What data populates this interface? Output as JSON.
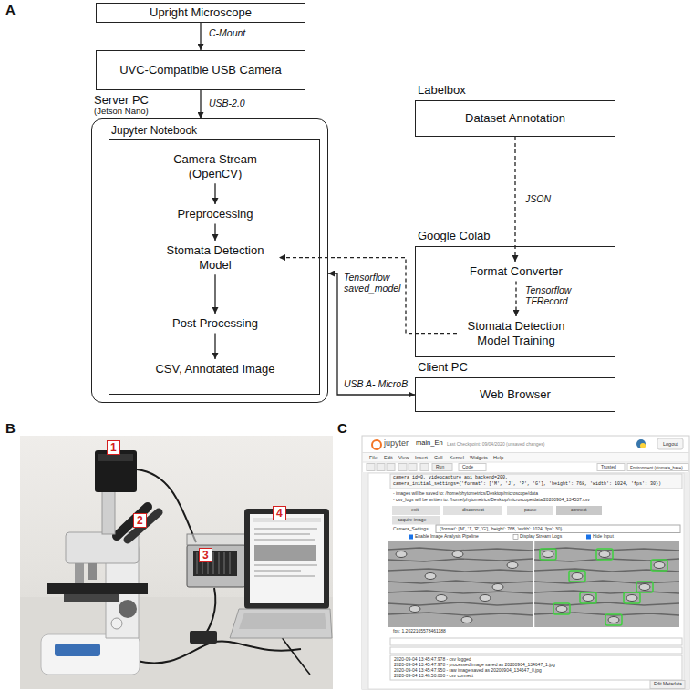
{
  "diagram": {
    "nodes": [
      {
        "text": [
          "Upright Microscope"
        ]
      },
      {
        "text": [
          "UVC-Compatible USB Camera"
        ]
      },
      {
        "text": [
          "Server PC",
          "(Jetson Nano)"
        ]
      },
      {
        "text": [
          "Jupyter Notebook"
        ],
        "in": 2
      },
      {
        "text": [
          "Camera Stream (OpenCV)"
        ],
        "in": 3
      },
      {
        "text": [
          "Preprocessing"
        ],
        "in": 3
      },
      {
        "text": [
          "Stomata Detection Model"
        ],
        "in": 3
      },
      {
        "text": [
          "Post Processing"
        ],
        "in": 3
      },
      {
        "text": [
          "CSV, Annotated Image"
        ],
        "in": 3
      },
      {
        "text": [
          "Labelbox",
          "Dataset Annotation"
        ]
      },
      {
        "text": [
          "Google Colab"
        ]
      },
      {
        "text": [
          "Format Converter"
        ],
        "in": 10
      },
      {
        "text": [
          "Stomata Detection Model Training"
        ],
        "in": 10
      },
      {
        "text": [
          "Client PC",
          "Web Browser"
        ]
      }
    ],
    "edges": [
      {
        "from": 0,
        "to": 1,
        "arrow": "to",
        "label": "C-Mount"
      },
      {
        "from": 1,
        "to": 2,
        "arrow": "to",
        "label": "USB-2.0"
      },
      {
        "from": 4,
        "to": 5,
        "arrow": "to"
      },
      {
        "from": 5,
        "to": 6,
        "arrow": "to"
      },
      {
        "from": 6,
        "to": 7,
        "arrow": "to"
      },
      {
        "from": 7,
        "to": 8,
        "arrow": "to"
      },
      {
        "from": 9,
        "to": 11,
        "arrow": "to",
        "label": "JSON"
      },
      {
        "from": 11,
        "to": 12,
        "arrow": "to",
        "label": "Tensorflow TFRecord"
      },
      {
        "from": 12,
        "to": 6,
        "arrow": "to",
        "label": "Tensorflow saved_model"
      },
      {
        "from": 2,
        "to": 13,
        "arrow": "both",
        "label": "USB A- MicroB"
      }
    ],
    "labels": [
      "A",
      "B",
      "1",
      "2",
      "3",
      "4",
      "C",
      "jupyter",
      "main_En",
      "Last Checkpoint: 09/04/2020",
      "(unsaved changes)",
      "Logout",
      "File",
      "Edit",
      "View",
      "Insert",
      "Cell",
      "Kernel",
      "Widgets",
      "Help",
      "Run",
      "Code",
      "Trusted",
      "Environment (stomata_base)",
      "camera_id=0, videocapture_api_backend=200,",
      "camera_initial_settings={'format': ['M', 'J', 'P', 'G'], 'height': 768, 'width': 1024, 'fps': 30})",
      "- images will be saved to: /home/phytometrics/Desktop/microscope/data",
      "- csv_logs will be written to: /home/phytometrics/Desktop/microscope/data/20200904_134537.csv",
      "exit",
      "disconnect",
      "pause",
      "connect",
      "acquire image",
      "Camera_Settings:",
      "{'format': ['M', 'J', 'P', 'G'], 'height': 768, 'width': 1024, 'fps': 30}",
      "Enable Image Analysis Pipeline",
      "Display Stream Logs",
      "Hide Input",
      "fps: 1.2022165578461188",
      "2020-09-04 13:45:47.978 - csv logged",
      "2020-09-04 13:45:47.978 - processed image saved as 20200904_134647_1.jpg",
      "2020-09-04 13:45:47.950 - raw image saved as 20200904_134647_0.jpg",
      "2020-09-04 13:46:50.000 - csv connect",
      "Edit Metadata"
    ]
  }
}
